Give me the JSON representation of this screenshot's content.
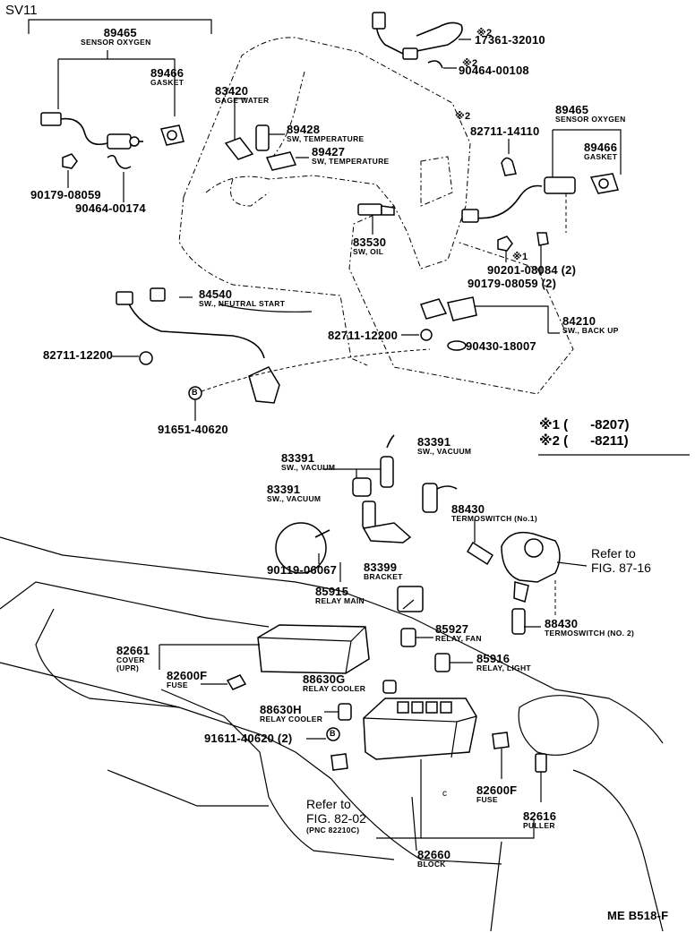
{
  "diagram_code": "SV11",
  "footer_code": "ME B518-F",
  "labels": [
    {
      "id": "89465a",
      "num": "89465",
      "desc": "SENSOR OXYGEN"
    },
    {
      "id": "89466a",
      "num": "89466",
      "desc": "GASKET"
    },
    {
      "id": "90179a",
      "num": "90179-08059",
      "desc": ""
    },
    {
      "id": "90464a",
      "num": "90464-00174",
      "desc": ""
    },
    {
      "id": "83420",
      "num": "83420",
      "desc": "GAGE WATER"
    },
    {
      "id": "89428",
      "num": "89428",
      "desc": "SW, TEMPERATURE"
    },
    {
      "id": "89427",
      "num": "89427",
      "desc": "SW, TEMPERATURE"
    },
    {
      "id": "17361",
      "num": "17361-32010",
      "desc": ""
    },
    {
      "id": "90464b",
      "num": "90464-00108",
      "desc": ""
    },
    {
      "id": "82711a",
      "num": "82711-14110",
      "desc": ""
    },
    {
      "id": "89465b",
      "num": "89465",
      "desc": "SENSOR OXYGEN"
    },
    {
      "id": "89466b",
      "num": "89466",
      "desc": "GASKET"
    },
    {
      "id": "83530",
      "num": "83530",
      "desc": "SW, OIL"
    },
    {
      "id": "90201",
      "num": "90201-08084 (2)",
      "desc": ""
    },
    {
      "id": "90179b",
      "num": "90179-08059 (2)",
      "desc": ""
    },
    {
      "id": "84540",
      "num": "84540",
      "desc": "SW., NEUTRAL START"
    },
    {
      "id": "82711b",
      "num": "82711-12200",
      "desc": ""
    },
    {
      "id": "82711c",
      "num": "82711-12200",
      "desc": ""
    },
    {
      "id": "84210",
      "num": "84210",
      "desc": "SW., BACK UP"
    },
    {
      "id": "90430",
      "num": "90430-18007",
      "desc": ""
    },
    {
      "id": "91651",
      "num": "91651-40620",
      "desc": ""
    },
    {
      "id": "83391a",
      "num": "83391",
      "desc": "SW., VACUUM"
    },
    {
      "id": "83391b",
      "num": "83391",
      "desc": "SW., VACUUM"
    },
    {
      "id": "83391c",
      "num": "83391",
      "desc": "SW., VACUUM"
    },
    {
      "id": "88430a",
      "num": "88430",
      "desc": "TERMOSWITCH (No.1)"
    },
    {
      "id": "83399",
      "num": "83399",
      "desc": "BRACKET"
    },
    {
      "id": "90119",
      "num": "90119-06067",
      "desc": ""
    },
    {
      "id": "85915",
      "num": "85915",
      "desc": "RELAY MAIN"
    },
    {
      "id": "85927",
      "num": "85927",
      "desc": "RELAY, FAN"
    },
    {
      "id": "88430b",
      "num": "88430",
      "desc": "TERMOSWITCH (NO. 2)"
    },
    {
      "id": "82661",
      "num": "82661",
      "desc": "COVER (UPR)"
    },
    {
      "id": "82600a",
      "num": "82600F",
      "desc": "FUSE"
    },
    {
      "id": "85916",
      "num": "85916",
      "desc": "RELAY, LIGHT"
    },
    {
      "id": "88630G",
      "num": "88630G",
      "desc": "RELAY COOLER"
    },
    {
      "id": "88630H",
      "num": "88630H",
      "desc": "RELAY COOLER"
    },
    {
      "id": "91611",
      "num": "91611-40620 (2)",
      "desc": ""
    },
    {
      "id": "82600b",
      "num": "82600F",
      "desc": "FUSE"
    },
    {
      "id": "82616",
      "num": "82616",
      "desc": "PULLER"
    },
    {
      "id": "82660",
      "num": "82660",
      "desc": "BLOCK"
    }
  ],
  "refs": {
    "fig87_line1": "Refer to",
    "fig87_line2": "FIG. 87-16",
    "fig82_line1": "Refer to",
    "fig82_line2": "FIG. 82-02",
    "fig82_pnc": "(PNC 82210C)"
  },
  "notes": [
    {
      "mark": "※1",
      "text": "(      -8207)"
    },
    {
      "mark": "※2",
      "text": "(      -8211)"
    }
  ],
  "marks": {
    "star1": "※1",
    "star2": "※2",
    "b_marker": "B",
    "c_marker": "c"
  }
}
